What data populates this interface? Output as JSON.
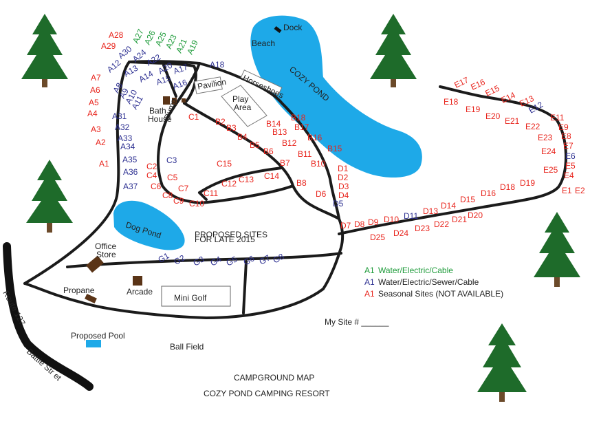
{
  "title_line1": "CAMPGROUND MAP",
  "title_line2": "COZY POND CAMPING RESORT",
  "cozy_pond": "COZY POND",
  "dog_pond": "Dog Pond",
  "dock": "Dock",
  "beach": "Beach",
  "pavilion": "Pavilion",
  "play_area": [
    "Play",
    "Area"
  ],
  "horseshoes": "Horseshoes",
  "bath_house": [
    "Bath",
    "House"
  ],
  "dump": "Dump",
  "office_store": [
    "Office",
    "Store"
  ],
  "propane": "Propane",
  "arcade": "Arcade",
  "mini_golf": "Mini Golf",
  "proposed_pool": "Proposed Pool",
  "ball_field": "Ball Field",
  "proposed_sites": [
    "PROPOSED SITES",
    "FOR LATE 2015"
  ],
  "route": "Route 127",
  "street": "Battle Str et",
  "my_site": "My Site # ______",
  "colors": {
    "red": "#e8241c",
    "blue": "#2e3192",
    "green": "#1e9b3a",
    "water": "#1ea9e8"
  },
  "legend": [
    {
      "code": "A1",
      "text": "Water/Electric/Cable",
      "color": "green"
    },
    {
      "code": "A1",
      "text": "Water/Electric/Sewer/Cable",
      "color": "blue"
    },
    {
      "code": "A1",
      "text": "Seasonal Sites (NOT AVAILABLE)",
      "color": "red"
    }
  ],
  "sites": [
    {
      "t": "A28",
      "c": "red"
    },
    {
      "t": "A29",
      "c": "red"
    },
    {
      "t": "A27",
      "c": "green"
    },
    {
      "t": "A26",
      "c": "green"
    },
    {
      "t": "A25",
      "c": "green"
    },
    {
      "t": "A23",
      "c": "green"
    },
    {
      "t": "A21",
      "c": "green"
    },
    {
      "t": "A19",
      "c": "green"
    },
    {
      "t": "A30",
      "c": "blue"
    },
    {
      "t": "A24",
      "c": "blue"
    },
    {
      "t": "A22",
      "c": "blue"
    },
    {
      "t": "A20",
      "c": "blue"
    },
    {
      "t": "A17",
      "c": "blue"
    },
    {
      "t": "A18",
      "c": "blue"
    },
    {
      "t": "A12",
      "c": "blue"
    },
    {
      "t": "A13",
      "c": "blue"
    },
    {
      "t": "A14",
      "c": "blue"
    },
    {
      "t": "A15",
      "c": "blue"
    },
    {
      "t": "A16",
      "c": "blue"
    },
    {
      "t": "A8",
      "c": "blue"
    },
    {
      "t": "A9",
      "c": "blue"
    },
    {
      "t": "A10",
      "c": "blue"
    },
    {
      "t": "A11",
      "c": "blue"
    },
    {
      "t": "A7",
      "c": "red"
    },
    {
      "t": "A6",
      "c": "red"
    },
    {
      "t": "A5",
      "c": "red"
    },
    {
      "t": "A4",
      "c": "red"
    },
    {
      "t": "A3",
      "c": "red"
    },
    {
      "t": "A2",
      "c": "red"
    },
    {
      "t": "A1",
      "c": "red"
    },
    {
      "t": "A31",
      "c": "blue"
    },
    {
      "t": "A32",
      "c": "blue"
    },
    {
      "t": "A33",
      "c": "blue"
    },
    {
      "t": "A34",
      "c": "blue"
    },
    {
      "t": "A35",
      "c": "blue"
    },
    {
      "t": "A36",
      "c": "blue"
    },
    {
      "t": "A37",
      "c": "blue"
    },
    {
      "t": "C1",
      "c": "red"
    },
    {
      "t": "C2",
      "c": "red"
    },
    {
      "t": "C3",
      "c": "blue"
    },
    {
      "t": "C4",
      "c": "red"
    },
    {
      "t": "C5",
      "c": "red"
    },
    {
      "t": "C6",
      "c": "red"
    },
    {
      "t": "C7",
      "c": "red"
    },
    {
      "t": "C8",
      "c": "red"
    },
    {
      "t": "C9",
      "c": "red"
    },
    {
      "t": "C10",
      "c": "red"
    },
    {
      "t": "C11",
      "c": "red"
    },
    {
      "t": "C12",
      "c": "red"
    },
    {
      "t": "C13",
      "c": "red"
    },
    {
      "t": "C14",
      "c": "red"
    },
    {
      "t": "C15",
      "c": "red"
    },
    {
      "t": "B2",
      "c": "red"
    },
    {
      "t": "B3",
      "c": "red"
    },
    {
      "t": "B4",
      "c": "red"
    },
    {
      "t": "B5",
      "c": "red"
    },
    {
      "t": "B6",
      "c": "red"
    },
    {
      "t": "B7",
      "c": "red"
    },
    {
      "t": "B8",
      "c": "red"
    },
    {
      "t": "B10",
      "c": "red"
    },
    {
      "t": "B11",
      "c": "red"
    },
    {
      "t": "B12",
      "c": "red"
    },
    {
      "t": "B13",
      "c": "red"
    },
    {
      "t": "B14",
      "c": "red"
    },
    {
      "t": "B15",
      "c": "red"
    },
    {
      "t": "B16",
      "c": "red"
    },
    {
      "t": "B17",
      "c": "red"
    },
    {
      "t": "B18",
      "c": "red"
    },
    {
      "t": "D1",
      "c": "red"
    },
    {
      "t": "D2",
      "c": "red"
    },
    {
      "t": "D3",
      "c": "red"
    },
    {
      "t": "D4",
      "c": "red"
    },
    {
      "t": "D5",
      "c": "blue"
    },
    {
      "t": "D6",
      "c": "red"
    },
    {
      "t": "D7",
      "c": "red"
    },
    {
      "t": "D8",
      "c": "red"
    },
    {
      "t": "D9",
      "c": "red"
    },
    {
      "t": "D10",
      "c": "red"
    },
    {
      "t": "D11",
      "c": "blue"
    },
    {
      "t": "D13",
      "c": "red"
    },
    {
      "t": "D14",
      "c": "red"
    },
    {
      "t": "D15",
      "c": "red"
    },
    {
      "t": "D16",
      "c": "red"
    },
    {
      "t": "D18",
      "c": "red"
    },
    {
      "t": "D19",
      "c": "red"
    },
    {
      "t": "D20",
      "c": "red"
    },
    {
      "t": "D21",
      "c": "red"
    },
    {
      "t": "D22",
      "c": "red"
    },
    {
      "t": "D23",
      "c": "red"
    },
    {
      "t": "D24",
      "c": "red"
    },
    {
      "t": "D25",
      "c": "red"
    },
    {
      "t": "E1",
      "c": "red"
    },
    {
      "t": "E2",
      "c": "red"
    },
    {
      "t": "E4",
      "c": "red"
    },
    {
      "t": "E5",
      "c": "red"
    },
    {
      "t": "E6",
      "c": "blue"
    },
    {
      "t": "E7",
      "c": "red"
    },
    {
      "t": "E8",
      "c": "red"
    },
    {
      "t": "E9",
      "c": "red"
    },
    {
      "t": "E11",
      "c": "red"
    },
    {
      "t": "E12",
      "c": "blue"
    },
    {
      "t": "E13",
      "c": "red"
    },
    {
      "t": "E14",
      "c": "red"
    },
    {
      "t": "E15",
      "c": "red"
    },
    {
      "t": "E16",
      "c": "red"
    },
    {
      "t": "E17",
      "c": "red"
    },
    {
      "t": "E18",
      "c": "red"
    },
    {
      "t": "E19",
      "c": "red"
    },
    {
      "t": "E20",
      "c": "red"
    },
    {
      "t": "E21",
      "c": "red"
    },
    {
      "t": "E22",
      "c": "red"
    },
    {
      "t": "E23",
      "c": "red"
    },
    {
      "t": "E24",
      "c": "red"
    },
    {
      "t": "E25",
      "c": "red"
    },
    {
      "t": "G1",
      "c": "blue"
    },
    {
      "t": "G2",
      "c": "blue"
    },
    {
      "t": "G3",
      "c": "blue"
    },
    {
      "t": "G4",
      "c": "blue"
    },
    {
      "t": "G5",
      "c": "blue"
    },
    {
      "t": "G6",
      "c": "blue"
    },
    {
      "t": "G7",
      "c": "blue"
    },
    {
      "t": "G8",
      "c": "blue"
    }
  ]
}
